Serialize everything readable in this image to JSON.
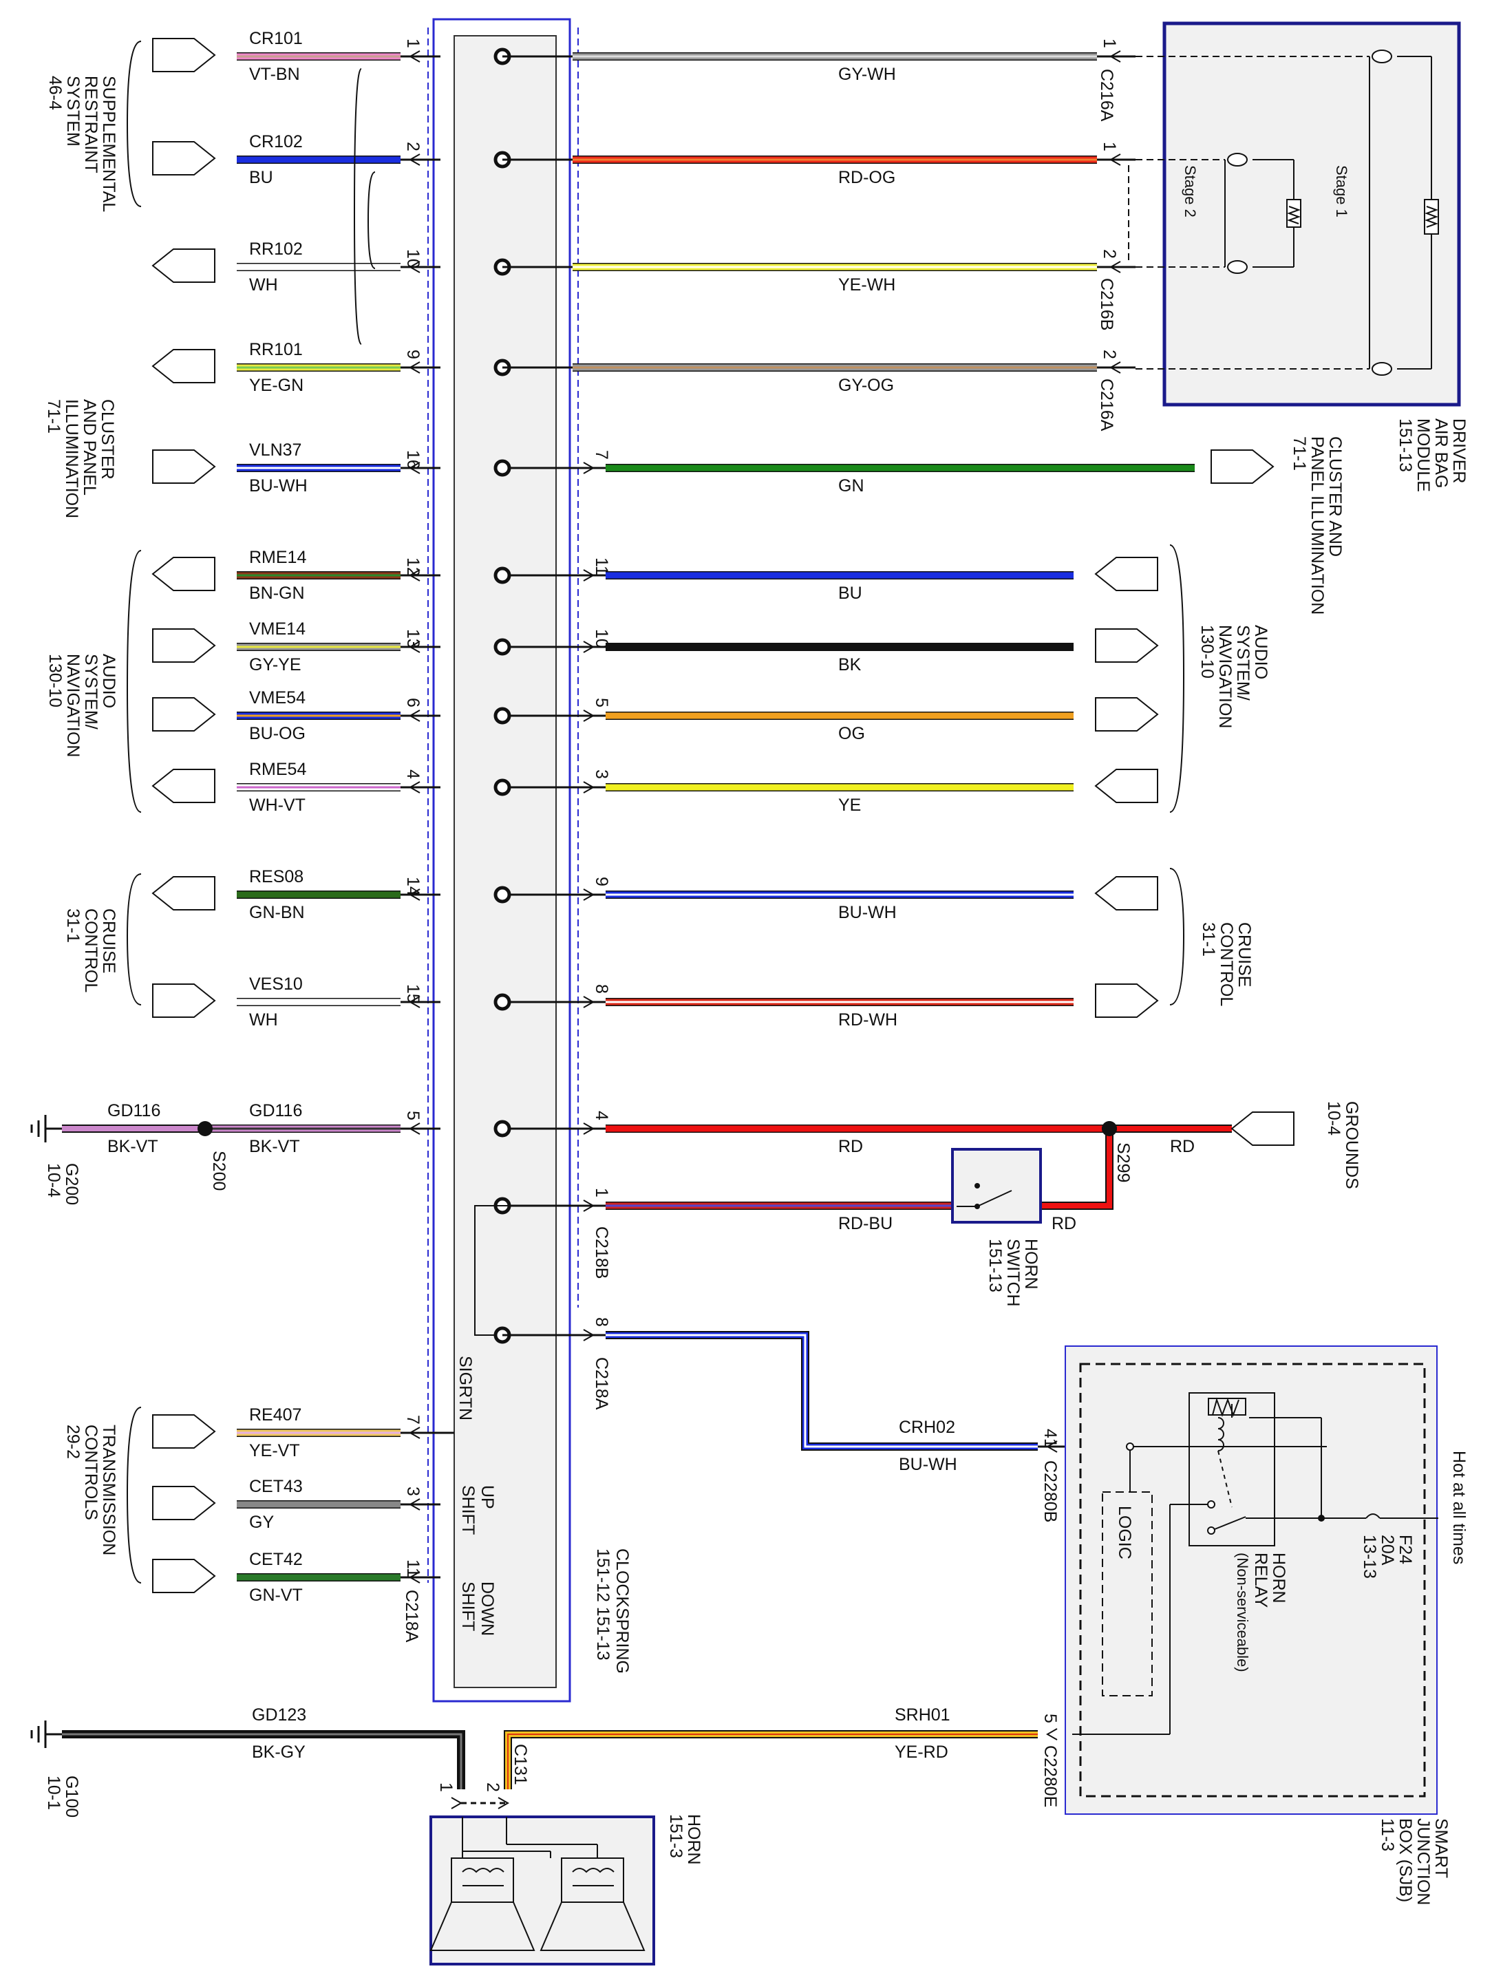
{
  "left_refs": {
    "srs": [
      "SUPPLEMENTAL",
      "RESTRAINT",
      "SYSTEM",
      "46-4"
    ],
    "cluster": [
      "CLUSTER",
      "AND PANEL",
      "ILLUMINATION",
      "71-1"
    ],
    "audio": [
      "AUDIO",
      "SYSTEM/",
      "NAVIGATION",
      "130-10"
    ],
    "cruise": [
      "CRUISE",
      "CONTROL",
      "31-1"
    ],
    "trans": [
      "TRANSMISSION",
      "CONTROLS",
      "29-2"
    ],
    "g200": [
      "G200",
      "10-4"
    ],
    "g100": [
      "G100",
      "10-1"
    ]
  },
  "right_refs": {
    "airbag": [
      "DRIVER",
      "AIR BAG",
      "MODULE",
      "151-13"
    ],
    "cluster": [
      "CLUSTER AND",
      "PANEL ILLUMINATION",
      "71-1"
    ],
    "audio": [
      "AUDIO",
      "SYSTEM/",
      "NAVIGATION",
      "130-10"
    ],
    "cruise": [
      "CRUISE",
      "CONTROL",
      "31-1"
    ],
    "grounds": [
      "GROUNDS",
      "10-4"
    ],
    "horn_switch": [
      "HORN",
      "SWITCH",
      "151-13"
    ],
    "sjb": [
      "SMART",
      "JUNCTION",
      "BOX (SJB)",
      "11-3"
    ],
    "hot": "Hot at all times",
    "fuse": [
      "F24",
      "20A",
      "13-13"
    ],
    "relay": [
      "HORN",
      "RELAY",
      "(Non-serviceable)"
    ],
    "logic": "LOGIC",
    "horn": [
      "HORN",
      "151-3"
    ]
  },
  "clockspring": {
    "label": [
      "CLOCKSPRING",
      "151-12  151-13"
    ],
    "sigrtn": "SIGRTN",
    "upshift": [
      "UP",
      "SHIFT"
    ],
    "downshift": [
      "DOWN",
      "SHIFT"
    ]
  },
  "airbag_module": {
    "stage1": "Stage 1",
    "stage2": "Stage 2"
  },
  "connectors": {
    "c216a_1": "C216A",
    "c216b": "C216B",
    "c216a_2": "C216A",
    "c218b": "C218B",
    "c218a_r": "C218A",
    "c218a_l": "C218A",
    "c2280b": "C2280B",
    "c2280e": "C2280E",
    "c131": "C131"
  },
  "splices": {
    "s200": "S200",
    "s299": "S299"
  },
  "left_wires": [
    {
      "circuit": "CR101",
      "color_code": "VT-BN",
      "pin": "1",
      "c1": "#ee88c8",
      "c2": "#c8a090"
    },
    {
      "circuit": "CR102",
      "color_code": "BU",
      "pin": "2",
      "c1": "#1a2ee0",
      "c2": "#1a2ee0"
    },
    {
      "circuit": "RR102",
      "color_code": "WH",
      "pin": "10",
      "c1": "#ffffff",
      "c2": "#ffffff"
    },
    {
      "circuit": "RR101",
      "color_code": "YE-GN",
      "pin": "9",
      "c1": "#e8e840",
      "c2": "#77cc55"
    },
    {
      "circuit": "VLN37",
      "color_code": "BU-WH",
      "pin": "16",
      "c1": "#1a2ee0",
      "c2": "#ffffff"
    },
    {
      "circuit": "RME14",
      "color_code": "BN-GN",
      "pin": "12",
      "c1": "#8b3a1a",
      "c2": "#2a8a2a"
    },
    {
      "circuit": "VME14",
      "color_code": "GY-YE",
      "pin": "13",
      "c1": "#999999",
      "c2": "#e8e840"
    },
    {
      "circuit": "VME54",
      "color_code": "BU-OG",
      "pin": "6",
      "c1": "#1a2ee0",
      "c2": "#f0a020"
    },
    {
      "circuit": "RME54",
      "color_code": "WH-VT",
      "pin": "4",
      "c1": "#ffffff",
      "c2": "#cc66cc"
    },
    {
      "circuit": "RES08",
      "color_code": "GN-BN",
      "pin": "14",
      "c1": "#2a6a1a",
      "c2": "#2a6a1a"
    },
    {
      "circuit": "VES10",
      "color_code": "WH",
      "pin": "15",
      "c1": "#ffffff",
      "c2": "#ffffff"
    },
    {
      "circuit": "GD116",
      "color_code": "BK-VT",
      "pin": "5",
      "c1": "#cc88cc",
      "c2": "#333333"
    },
    {
      "circuit": "RE407",
      "color_code": "YE-VT",
      "pin": "7",
      "c1": "#f0c860",
      "c2": "#e8b0e0"
    },
    {
      "circuit": "CET43",
      "color_code": "GY",
      "pin": "3",
      "c1": "#888888",
      "c2": "#888888"
    },
    {
      "circuit": "CET42",
      "color_code": "GN-VT",
      "pin": "11",
      "c1": "#2a7a2a",
      "c2": "#2a7a2a"
    }
  ],
  "left_ground_wire": {
    "circuit": "GD116",
    "color_code": "BK-VT"
  },
  "right_wires": [
    {
      "color_code": "GY-WH",
      "pin": "1",
      "c1": "#999999",
      "c2": "#dddddd"
    },
    {
      "color_code": "RD-OG",
      "pin": "1",
      "c1": "#ee2a1a",
      "c2": "#f08030"
    },
    {
      "color_code": "YE-WH",
      "pin": "2",
      "c1": "#f0f040",
      "c2": "#fffff0"
    },
    {
      "color_code": "GY-OG",
      "pin": "2",
      "c1": "#999999",
      "c2": "#c09060"
    },
    {
      "color_code": "GN",
      "pin": "7",
      "c1": "#1a8a1a",
      "c2": "#1a8a1a"
    },
    {
      "color_code": "BU",
      "pin": "11",
      "c1": "#1a2ee0",
      "c2": "#1a2ee0"
    },
    {
      "color_code": "BK",
      "pin": "10",
      "c1": "#111111",
      "c2": "#111111"
    },
    {
      "color_code": "OG",
      "pin": "5",
      "c1": "#f0a020",
      "c2": "#f0a020"
    },
    {
      "color_code": "YE",
      "pin": "3",
      "c1": "#f0f020",
      "c2": "#f0f020"
    },
    {
      "color_code": "BU-WH",
      "pin": "9",
      "c1": "#1a2ee0",
      "c2": "#ffffff"
    },
    {
      "color_code": "RD-WH",
      "pin": "8",
      "c1": "#dd2a1a",
      "c2": "#ffffff"
    },
    {
      "color_code": "RD",
      "pin": "4",
      "c1": "#ee1111",
      "c2": "#ee1111"
    },
    {
      "color_code": "RD-BU",
      "pin": "1",
      "c1": "#cc2222",
      "c2": "#5544cc"
    }
  ],
  "splice_rd": "RD",
  "horn_switch_rd": "RD",
  "crh02": {
    "circuit": "CRH02",
    "color_code": "BU-WH",
    "pin": "41",
    "right_pin": "8"
  },
  "srh01": {
    "circuit": "SRH01",
    "color_code": "YE-RD",
    "pin": "5"
  },
  "gd123": {
    "circuit": "GD123",
    "color_code": "BK-GY"
  },
  "horn_pins": [
    "1",
    "2"
  ],
  "colors": {
    "box_border": "#1a1a8a",
    "clock_border": "#2a2ad0",
    "panel_fill": "#f1f1f1"
  }
}
